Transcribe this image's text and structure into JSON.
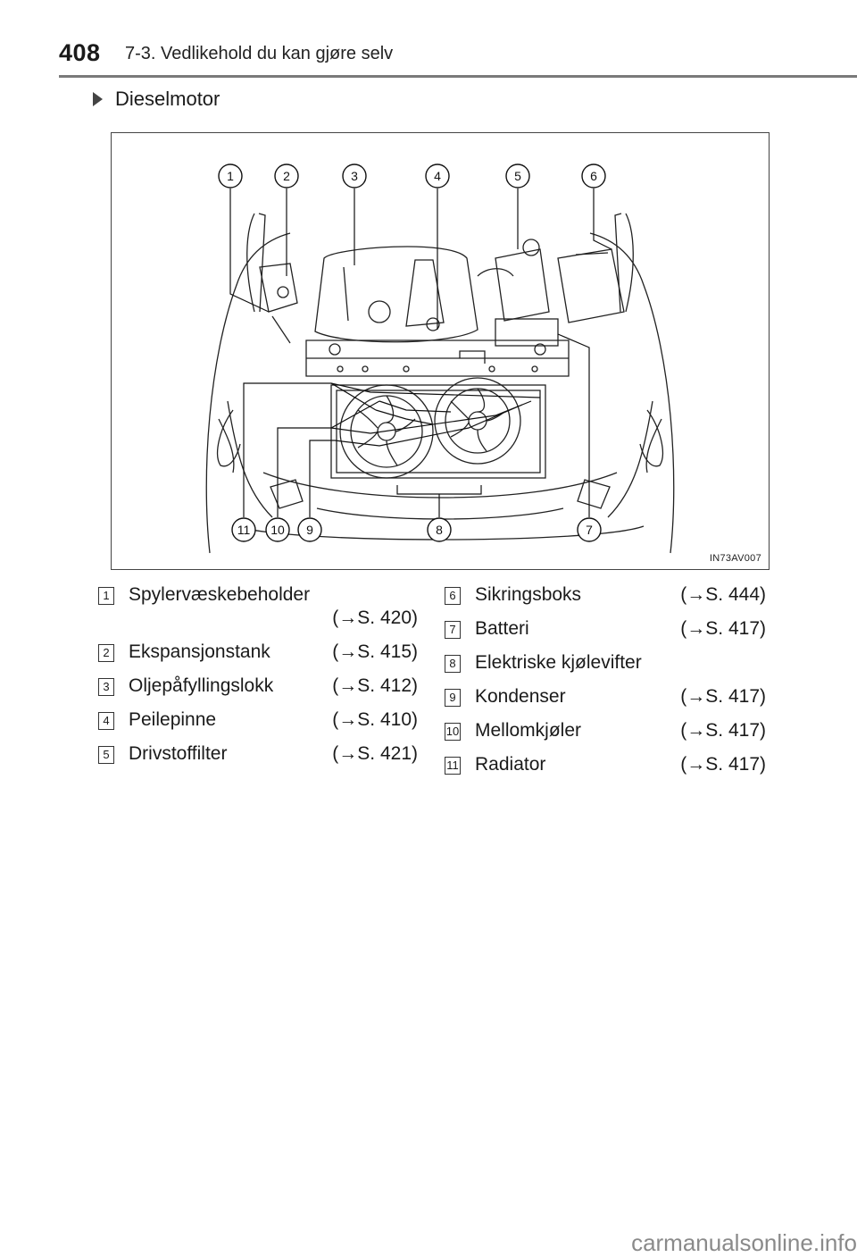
{
  "header": {
    "page_number": "408",
    "chapter": "7-3. Vedlikehold du kan gjøre selv"
  },
  "section": {
    "title": "Dieselmotor"
  },
  "figure": {
    "id": "IN73AV007",
    "callouts": [
      "1",
      "2",
      "3",
      "4",
      "5",
      "6",
      "7",
      "8",
      "9",
      "10",
      "11"
    ]
  },
  "legend_left": [
    {
      "num": "1",
      "label": "Spylervæskebeholder",
      "ref": "(→S. 420)"
    },
    {
      "num": "2",
      "label": "Ekspansjonstank",
      "ref": "(→S. 415)"
    },
    {
      "num": "3",
      "label": "Oljepåfyllingslokk",
      "ref": "(→S. 412)"
    },
    {
      "num": "4",
      "label": "Peilepinne",
      "ref": "(→S. 410)"
    },
    {
      "num": "5",
      "label": "Drivstoffilter",
      "ref": "(→S. 421)"
    }
  ],
  "legend_right": [
    {
      "num": "6",
      "label": "Sikringsboks",
      "ref": "(→S. 444)"
    },
    {
      "num": "7",
      "label": "Batteri",
      "ref": "(→S. 417)"
    },
    {
      "num": "8",
      "label": "Elektriske kjølevifter",
      "ref": ""
    },
    {
      "num": "9",
      "label": "Kondenser",
      "ref": "(→S. 417)"
    },
    {
      "num": "10",
      "label": "Mellomkjøler",
      "ref": "(→S. 417)"
    },
    {
      "num": "11",
      "label": "Radiator",
      "ref": "(→S. 417)"
    }
  ],
  "watermark": "carmanualsonline.info"
}
